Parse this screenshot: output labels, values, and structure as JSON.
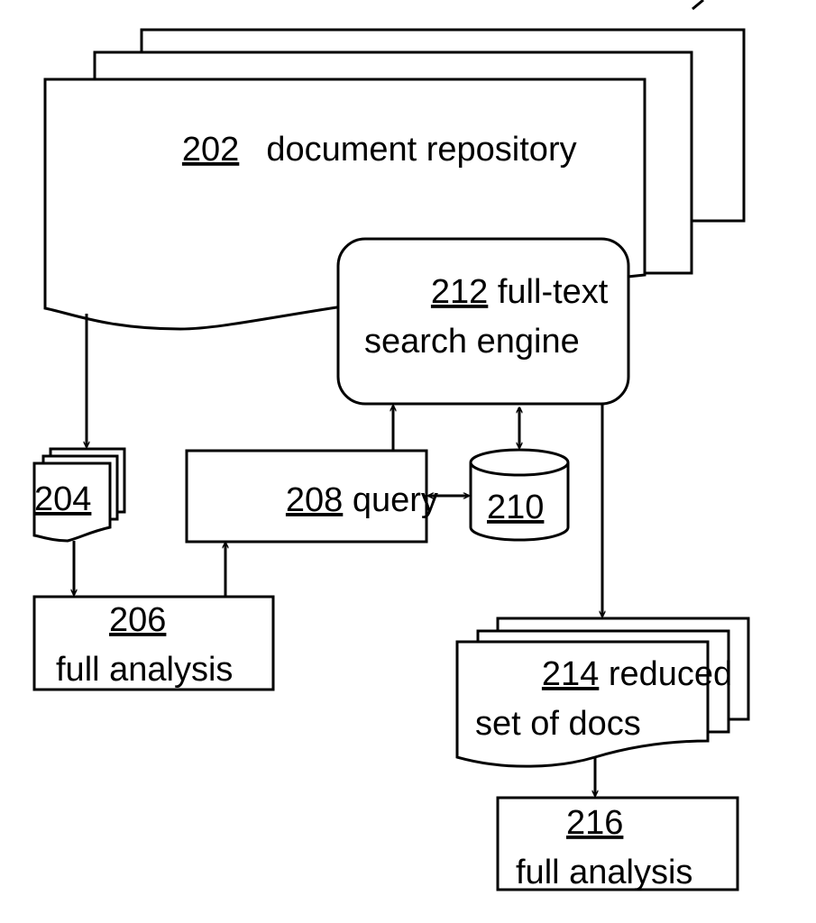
{
  "repository": {
    "number": "202",
    "label": "document repository"
  },
  "search_engine": {
    "number": "212",
    "line1_rest": " full-text",
    "line2": "search engine"
  },
  "doc_204": {
    "number": "204"
  },
  "analysis_206": {
    "number": "206",
    "label": "full analysis"
  },
  "query_208": {
    "number": "208",
    "label": " query"
  },
  "db_210": {
    "number": "210"
  },
  "reduced_214": {
    "number": "214",
    "line1_rest": " reduced",
    "line2": "set of docs"
  },
  "analysis_216": {
    "number": "216",
    "label": "full analysis"
  }
}
